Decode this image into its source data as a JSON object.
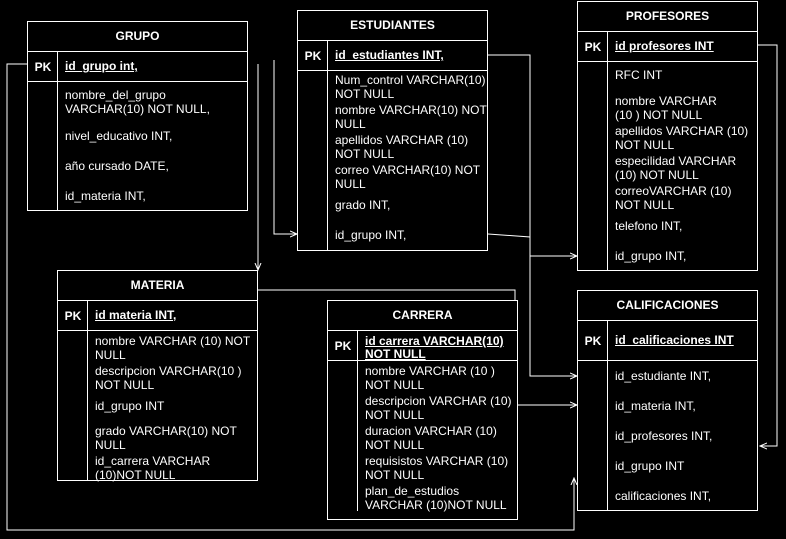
{
  "colors": {
    "background": "#000000",
    "lines": "#ffffff",
    "text": "#ffffff"
  },
  "entities": {
    "grupo": {
      "title": "GRUPO",
      "pk_label": "PK",
      "pk_field": "id_grupo int,",
      "attributes": [
        "nombre_del_grupo\nVARCHAR(10) NOT NULL,",
        "nivel_educativo INT,",
        "año cursado DATE,",
        "id_materia INT,"
      ]
    },
    "estudiantes": {
      "title": "ESTUDIANTES",
      "pk_label": "PK",
      "pk_field": "id_estudiantes INT,",
      "attributes": [
        "Num_control VARCHAR(10)\nNOT NULL",
        "nombre VARCHAR(10) NOT\nNULL",
        "apellidos VARCHAR (10)\nNOT NULL",
        "correo VARCHAR(10) NOT\nNULL",
        "grado INT,",
        "id_grupo INT,"
      ]
    },
    "profesores": {
      "title": "PROFESORES",
      "pk_label": "PK",
      "pk_field": "id profesores INT",
      "attributes": [
        "RFC INT",
        "nombre VARCHAR\n(10 ) NOT NULL",
        "apellidos VARCHAR (10)\nNOT NULL",
        "especilidad VARCHAR\n(10) NOT NULL",
        "correoVARCHAR (10)\nNOT NULL",
        "telefono INT,",
        "id_grupo INT,"
      ]
    },
    "materia": {
      "title": "MATERIA",
      "pk_label": "PK",
      "pk_field": "id materia INT,",
      "attributes": [
        "nombre VARCHAR (10) NOT\nNULL",
        "descripcion VARCHAR(10 )\nNOT NULL",
        "id_grupo INT",
        "grado VARCHAR(10) NOT\nNULL",
        "id_carrera VARCHAR\n(10)NOT NULL"
      ]
    },
    "carrera": {
      "title": "CARRERA",
      "pk_label": "PK",
      "pk_field": "id carrera VARCHAR(10)\nNOT NULL",
      "attributes": [
        "nombre VARCHAR (10 )\nNOT NULL",
        "descripcion VARCHAR (10)\nNOT NULL",
        "duracion VARCHAR (10)\nNOT NULL",
        "requisistos VARCHAR (10)\nNOT NULL",
        "plan_de_estudios\nVARCHAR (10)NOT NULL"
      ]
    },
    "calificaciones": {
      "title": "CALIFICACIONES",
      "pk_label": "PK",
      "pk_field": "id_calificaciones INT",
      "attributes": [
        "id_estudiante INT,",
        "id_materia INT,",
        "id_profesores INT,",
        "id_grupo INT",
        "calificaciones INT,"
      ]
    }
  }
}
